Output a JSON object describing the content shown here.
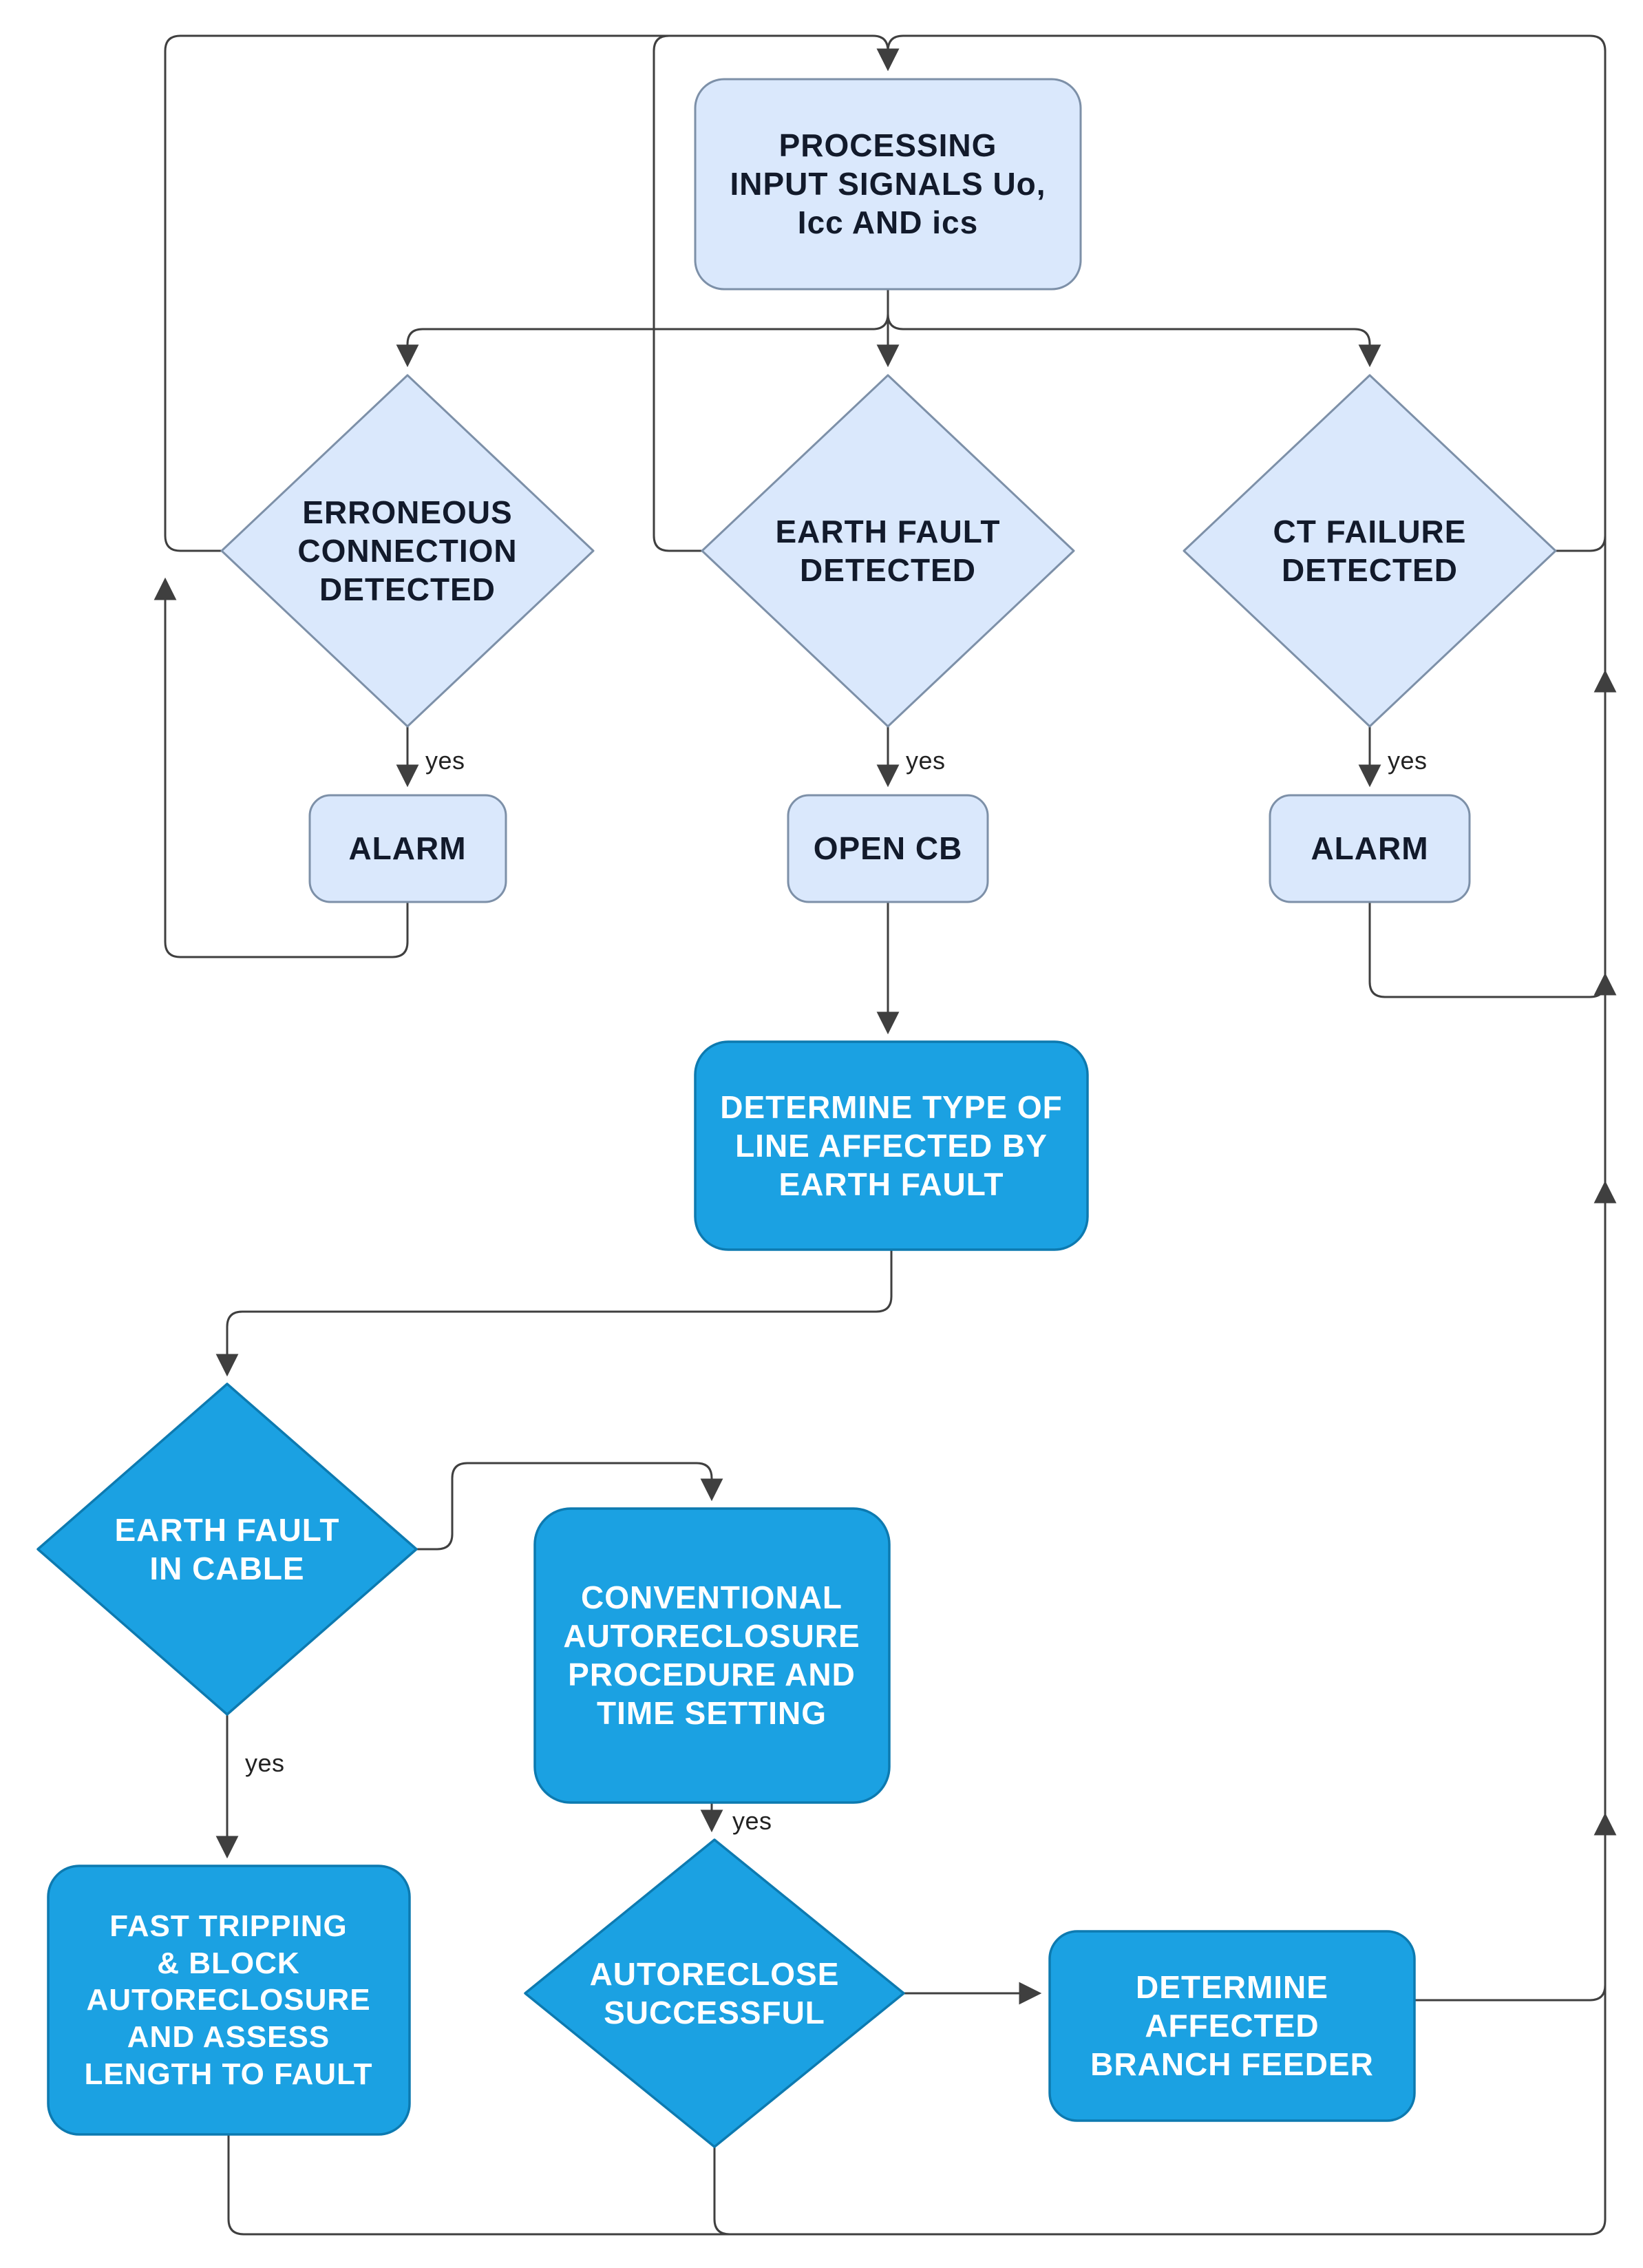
{
  "diagram_type": "flowchart",
  "colors": {
    "light_fill": "#dae8fc",
    "light_stroke": "#7d90a8",
    "dark_fill": "#1ba1e2",
    "dark_stroke": "#0d7ab0",
    "connector": "#3f3f3f",
    "text_dark": "#121a2b",
    "text_light": "#ffffff",
    "background": "#ffffff"
  },
  "nodes": {
    "processing": {
      "label": "PROCESSING\nINPUT SIGNALS Uo,\nIcc AND ics",
      "type": "process",
      "style": "light"
    },
    "erroneous": {
      "label": "ERRONEOUS\nCONNECTION\nDETECTED",
      "type": "decision",
      "style": "light"
    },
    "earth_fault_detected": {
      "label": "EARTH FAULT\nDETECTED",
      "type": "decision",
      "style": "light"
    },
    "ct_failure": {
      "label": "CT FAILURE\nDETECTED",
      "type": "decision",
      "style": "light"
    },
    "alarm_left": {
      "label": "ALARM",
      "type": "process",
      "style": "light"
    },
    "open_cb": {
      "label": "OPEN CB",
      "type": "process",
      "style": "light"
    },
    "alarm_right": {
      "label": "ALARM",
      "type": "process",
      "style": "light"
    },
    "determine_type": {
      "label": "DETERMINE TYPE OF\nLINE AFFECTED BY\nEARTH FAULT",
      "type": "process",
      "style": "dark"
    },
    "earth_fault_cable": {
      "label": "EARTH FAULT\nIN CABLE",
      "type": "decision",
      "style": "dark"
    },
    "conventional_autoreclosure": {
      "label": "CONVENTIONAL\nAUTORECLOSURE\nPROCEDURE AND\nTIME SETTING",
      "type": "process",
      "style": "dark"
    },
    "fast_tripping": {
      "label": "FAST TRIPPING\n& BLOCK\nAUTORECLOSURE\nAND ASSESS\nLENGTH TO FAULT",
      "type": "process",
      "style": "dark"
    },
    "autoreclose_successful": {
      "label": "AUTORECLOSE\nSUCCESSFUL",
      "type": "decision",
      "style": "dark"
    },
    "branch_feeder": {
      "label": "DETERMINE\nAFFECTED\nBRANCH FEEDER",
      "type": "process",
      "style": "dark"
    }
  },
  "edge_labels": {
    "erroneous_yes": "yes",
    "earth_fault_yes": "yes",
    "ct_failure_yes": "yes",
    "cable_yes": "yes",
    "autoreclosure_yes": "yes"
  }
}
